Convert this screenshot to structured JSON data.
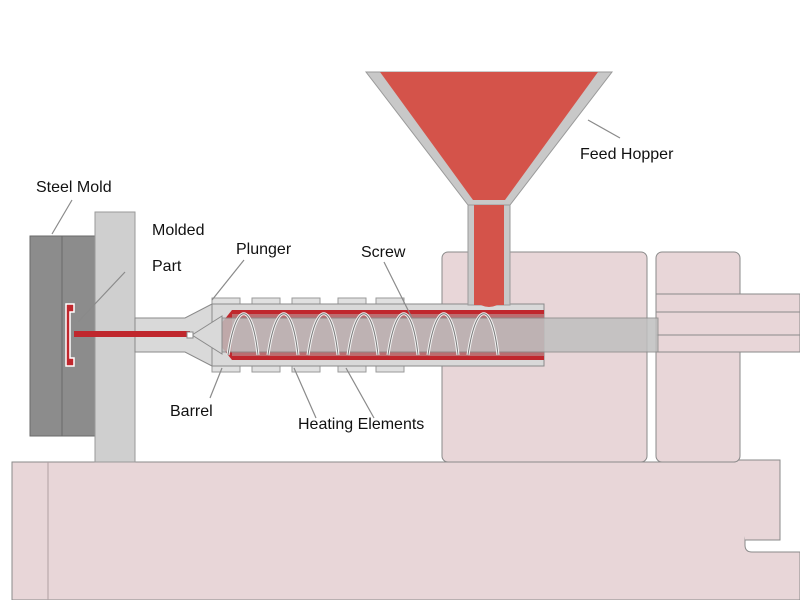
{
  "labels": {
    "feed_hopper": "Feed Hopper",
    "steel_mold": "Steel Mold",
    "molded": "Molded",
    "part": "Part",
    "plunger": "Plunger",
    "screw": "Screw",
    "barrel": "Barrel",
    "heating_elements": "Heating Elements"
  },
  "colors": {
    "machine_base": "#e8d6d8",
    "machine_outline": "#8a8a8a",
    "mold_dark": "#8c8c8c",
    "platen": "#cfcfcf",
    "plastic_red": "#d4534a",
    "plastic_dark_red": "#c0272d",
    "barrel_grey": "#d9d9d9",
    "screw_shaft": "#bfbfbf"
  }
}
